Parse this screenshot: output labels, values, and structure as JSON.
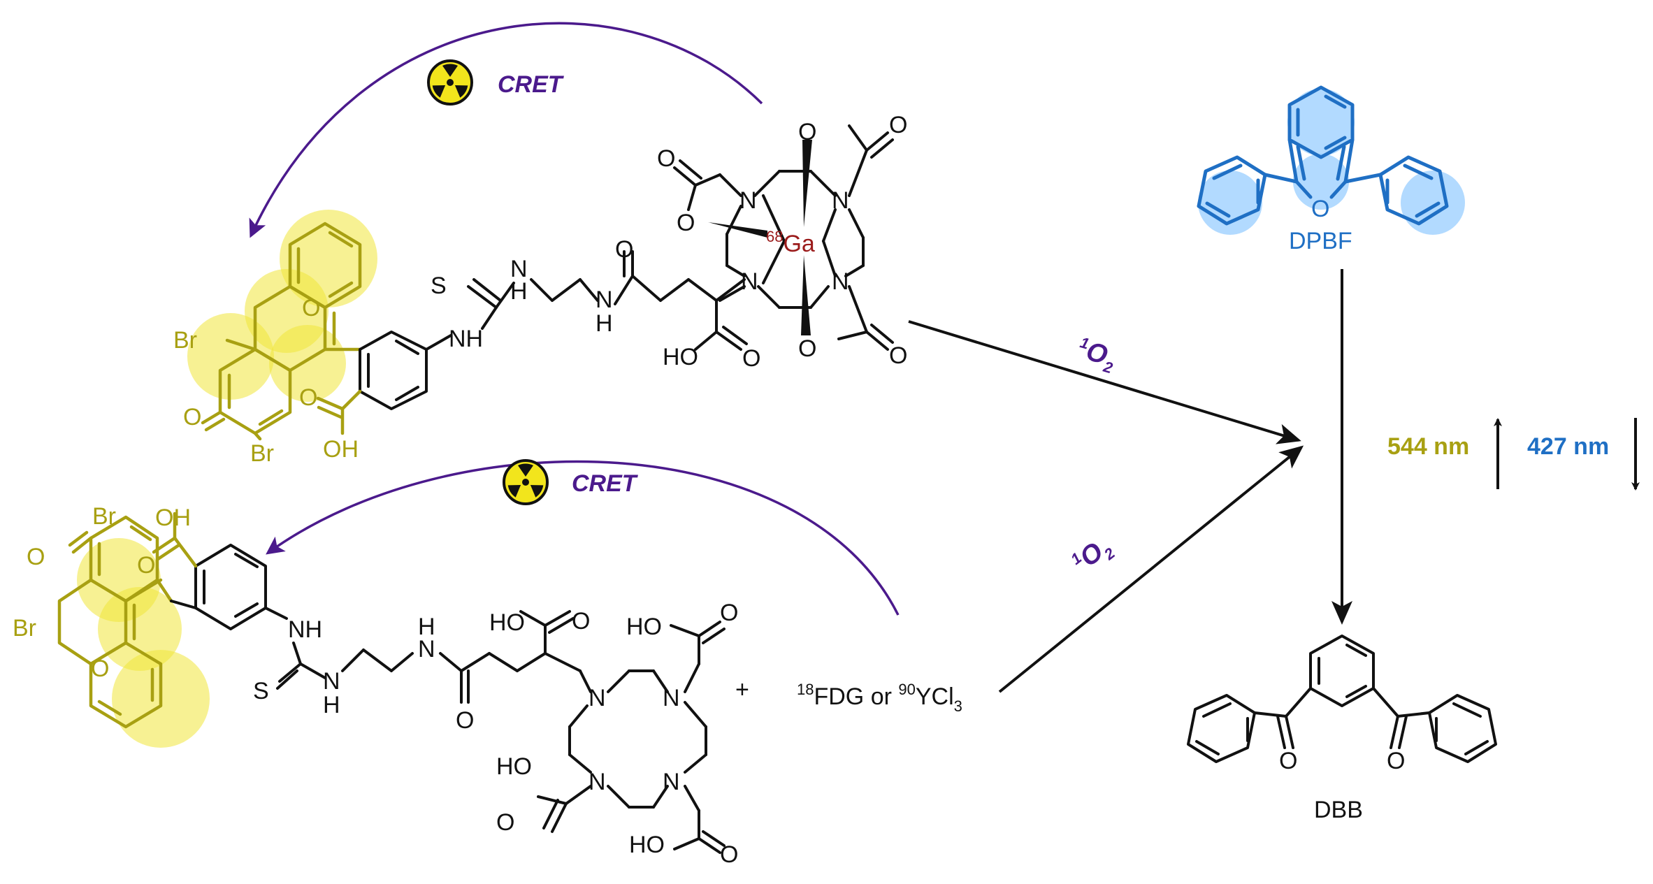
{
  "labels": {
    "cret_top": "CRET",
    "cret_bottom": "CRET",
    "singlet_oxygen_top": "1O2",
    "singlet_oxygen_bottom": "1O2",
    "plus": "+",
    "isotopes": "18FDG or 90YCl3",
    "dpbf": "DPBF",
    "dbb": "DBB",
    "emission_up": "544 nm",
    "absorb_down": "427 nm",
    "gallium": "68Ga"
  },
  "colors": {
    "eosin": "#a8a012",
    "dpbf": "#1f6fc4",
    "arrow_purple": "#4b1a8c",
    "gallium": "#9b1b1b",
    "radiation_yellow": "#f2e51c"
  },
  "icons": [
    "radiation-icon",
    "radiation-icon"
  ]
}
